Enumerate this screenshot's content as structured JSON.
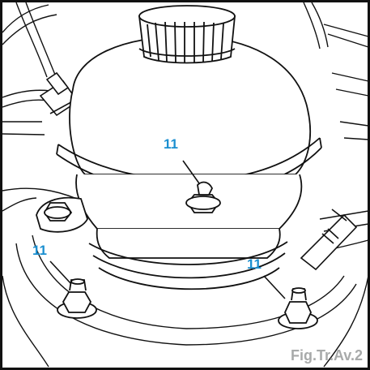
{
  "callouts": [
    {
      "id": "callout-top",
      "label": "11"
    },
    {
      "id": "callout-left",
      "label": "11"
    },
    {
      "id": "callout-right",
      "label": "11"
    }
  ],
  "figure": {
    "label": "Fig.Tr.Av.2"
  },
  "colors": {
    "callout": "#1b8fd0",
    "figure_label": "#a8aaaa",
    "line": "#111111",
    "border": "#111111"
  }
}
